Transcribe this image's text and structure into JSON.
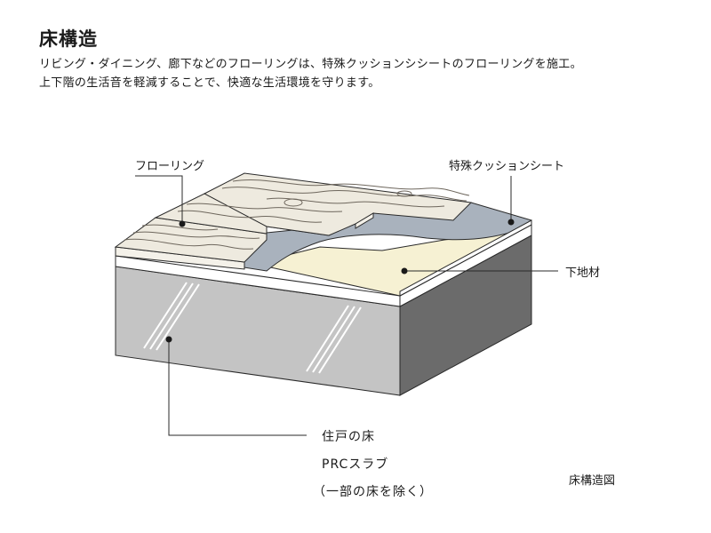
{
  "header": {
    "title": "床構造",
    "desc_line1": "リビング・ダイニング、廊下などのフローリングは、特殊クッションシシートのフローリングを施工。",
    "desc_line2": "上下階の生活音を軽減することで、快適な生活環境を守ります。"
  },
  "labels": {
    "flooring": "フローリング",
    "cushion_sheet": "特殊クッションシート",
    "subfloor": "下地材",
    "slab_line1": "住戸の床",
    "slab_line2": "PRCスラブ",
    "slab_line3": "（一部の床を除く）"
  },
  "caption": "床構造図",
  "colors": {
    "wood": "#eeeadf",
    "wood_grain": "#6e675d",
    "cushion": "#a9b2bd",
    "subfloor": "#f6f1d3",
    "slab_front": "#c4c4c4",
    "slab_side": "#6b6b6b",
    "line": "#2a2a2a"
  }
}
